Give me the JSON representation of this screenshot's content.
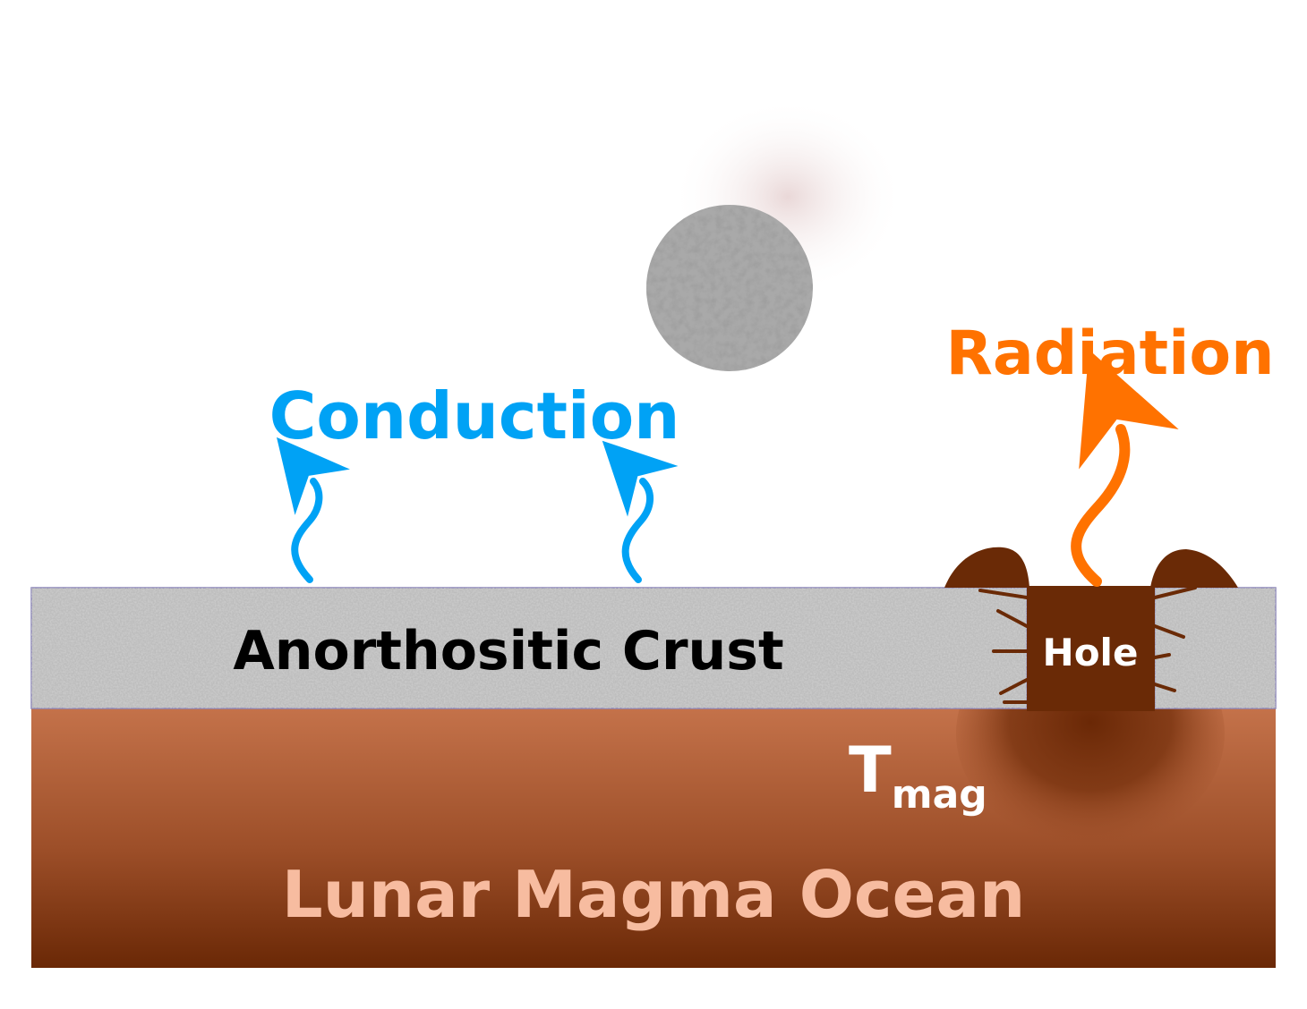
{
  "labels": {
    "conduction": "Conduction",
    "radiation": "Radiation",
    "crust": "Anorthositic Crust",
    "hole": "Hole",
    "temp_symbol": "T",
    "temp_subscript": "mag",
    "ocean": "Lunar Magma Ocean"
  },
  "colors": {
    "conduction": "#00a2f5",
    "radiation": "#ff7200",
    "crust_text": "#000000",
    "hole_text": "#ffffff",
    "temp_text": "#ffffff",
    "ocean_text": "#f7bca0",
    "magma_top": "#c4724a",
    "magma_bottom": "#6a2806",
    "hole_fill": "#6a2a06",
    "crust_base": "#b8b8b8"
  }
}
